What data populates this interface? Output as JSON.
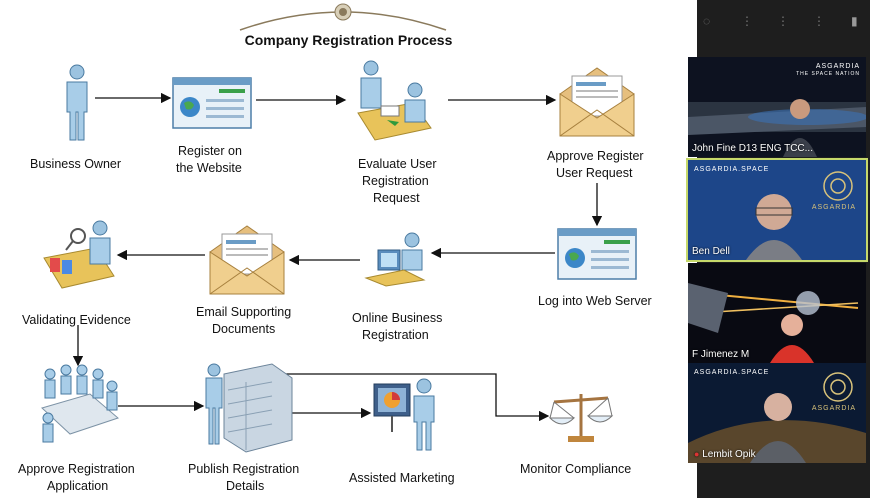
{
  "slide": {
    "title": "Company Registration Process",
    "steps": {
      "business_owner": "Business Owner",
      "register_website_1": "Register on",
      "register_website_2": "the Website",
      "evaluate_1": "Evaluate User",
      "evaluate_2": "Registration",
      "evaluate_3": "Request",
      "approve_register_1": "Approve Register",
      "approve_register_2": "User Request",
      "log_web_server": "Log into Web Server",
      "online_business_1": "Online Business",
      "online_business_2": "Registration",
      "email_docs_1": "Email Supporting",
      "email_docs_2": "Documents",
      "validating": "Validating Evidence",
      "approve_app_1": "Approve Registration",
      "approve_app_2": "Application",
      "publish_1": "Publish Registration",
      "publish_2": "Details",
      "assisted": "Assisted Marketing",
      "monitor": "Monitor Compliance"
    }
  },
  "participants": [
    {
      "name": "John Fine D13 ENG TCC...",
      "brand": "ASGARDIA",
      "brand_sub": "THE SPACE NATION"
    },
    {
      "name": "Ben Dell",
      "brand": "ASGARDIA.SPACE",
      "brand_sub": "ASGARDIA"
    },
    {
      "name": "F Jimenez M"
    },
    {
      "name": "Lembit Opik",
      "brand": "ASGARDIA.SPACE",
      "brand_sub": "ASGARDIA"
    }
  ],
  "colors": {
    "accent_border": "#c6d96b",
    "muted_mic": "#d33"
  }
}
